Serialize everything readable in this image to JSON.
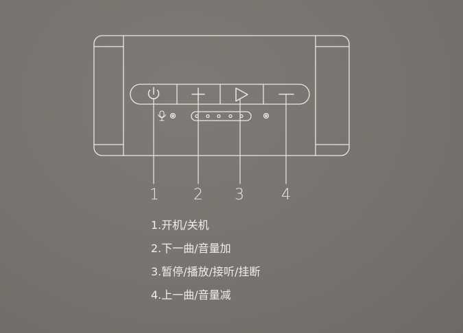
{
  "diagram": {
    "callouts": [
      "1",
      "2",
      "3",
      "4"
    ],
    "legend": [
      "1.开机/关机",
      "2.下一曲/音量加",
      "3.暂停/播放/接听/挂断",
      "4.上一曲/音量减"
    ],
    "icons": {
      "button_1": "power-icon",
      "button_2": "plus-icon",
      "button_3": "play-icon",
      "button_4": "minus-icon",
      "indicator": "microphone-icon"
    },
    "colors": {
      "background": "#7a7570",
      "line": "#ece8e3",
      "text": "#f1eeea"
    }
  }
}
